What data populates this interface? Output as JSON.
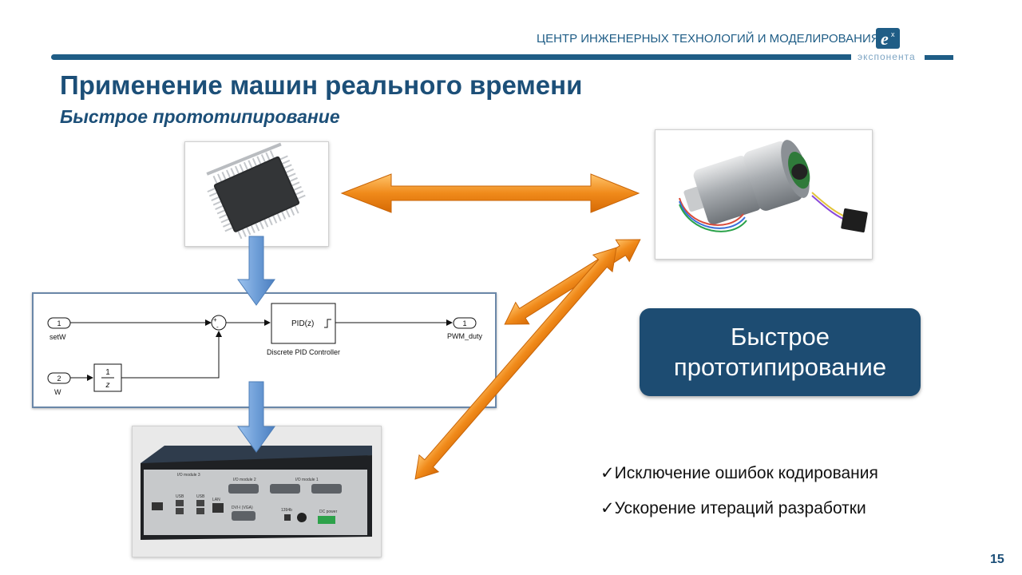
{
  "header": {
    "org_name": "ЦЕНТР ИНЖЕНЕРНЫХ ТЕХНОЛОГИЙ И МОДЕЛИРОВАНИЯ",
    "logo_text": "экспонента",
    "logo_mark": "e"
  },
  "slide": {
    "title": "Применение машин реального времени",
    "subtitle": "Быстрое прототипирование",
    "page_number": "15"
  },
  "callout": {
    "line1": "Быстрое",
    "line2": "прототипирование"
  },
  "bullets": [
    "✓Исключение ошибок кодирования",
    "✓Ускорение итераций разработки"
  ],
  "simulink": {
    "in1_port": "1",
    "in1_label": "setW",
    "in2_port": "2",
    "in2_label": "W",
    "sum_signs": "+",
    "sum_minus": "-",
    "pid_label": "PID(z)",
    "pid_caption": "Discrete PID Controller",
    "delay_num": "1",
    "delay_den": "z",
    "out_port": "1",
    "out_label": "PWM_duty"
  },
  "pc_labels": {
    "io1": "I/O module 1",
    "io2": "I/O module 2",
    "io3": "I/O module 3",
    "usb1": "USB",
    "usb2": "USB",
    "lan": "LAN",
    "dvi": "DVI-I (VGA)",
    "dc": "DC power",
    "fw": "1394b"
  },
  "colors": {
    "brand": "#1c4f78",
    "callout_bg": "#1d4c72",
    "arrow_orange": "#f08a1a",
    "arrow_blue": "#6f9fd8"
  }
}
